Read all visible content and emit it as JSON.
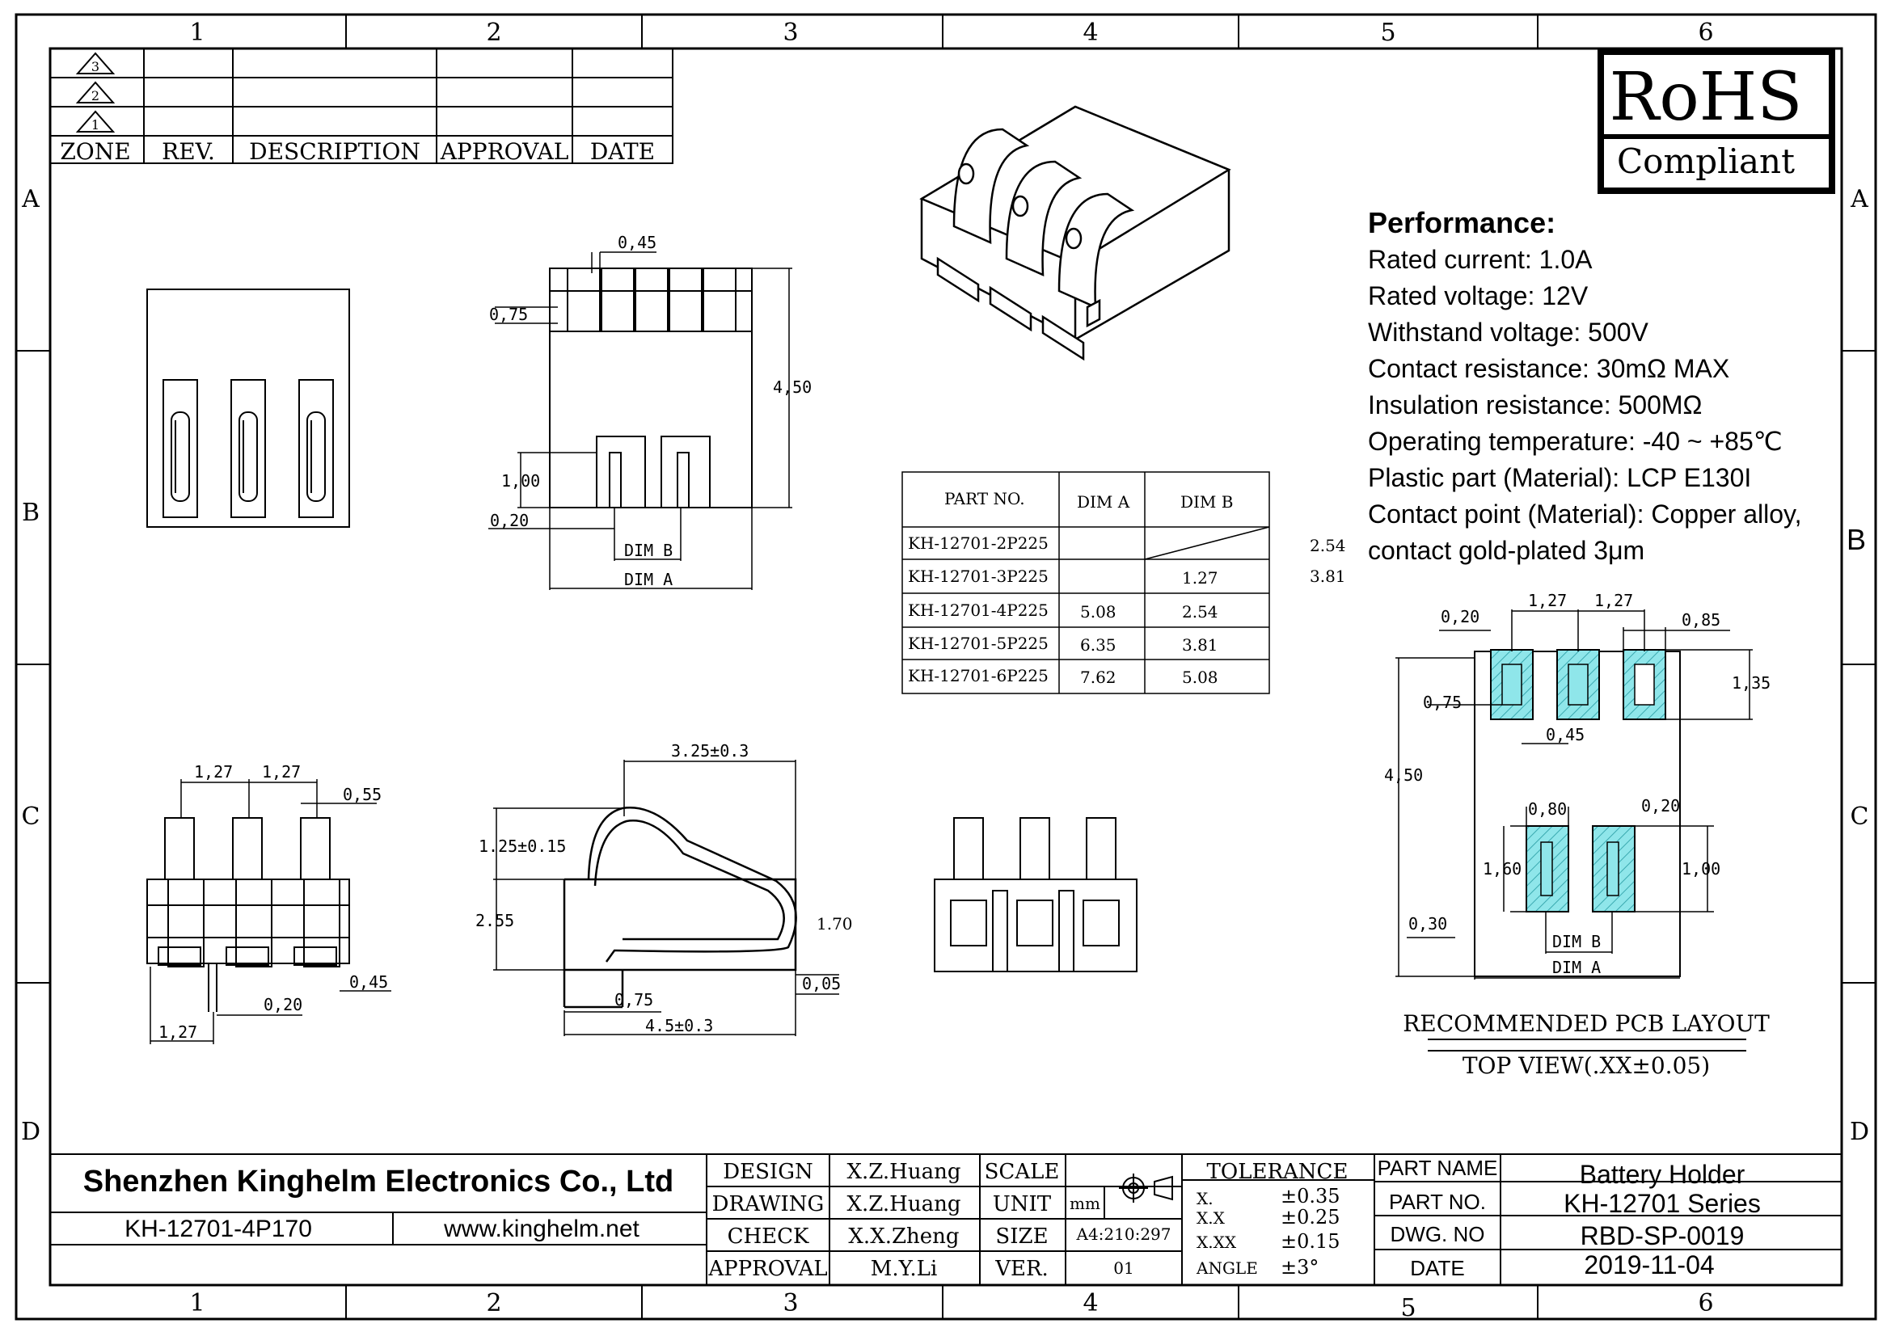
{
  "frame": {
    "columns": [
      "1",
      "2",
      "3",
      "4",
      "5",
      "6"
    ],
    "rows": [
      "A",
      "B",
      "C",
      "D"
    ],
    "row_b_right": "B"
  },
  "revision_block": {
    "marks": [
      "3",
      "2",
      "1"
    ],
    "headers": [
      "ZONE",
      "REV.",
      "DESCRIPTION",
      "APPROVAL",
      "DATE"
    ]
  },
  "rohs": {
    "title": "RoHS",
    "subtitle": "Compliant"
  },
  "performance": {
    "title": "Performance:",
    "lines": [
      "Rated current: 1.0A",
      "Rated voltage: 12V",
      "Withstand voltage: 500V",
      "Contact resistance: 30mΩ MAX",
      "Insulation resistance: 500MΩ",
      "Operating temperature: -40 ~ +85℃",
      "Plastic part (Material): LCP E130I",
      "Contact point (Material): Copper alloy,",
      "contact gold-plated 3μm"
    ]
  },
  "dim_table": {
    "headers": [
      "PART NO.",
      "DIM A",
      "DIM B"
    ],
    "rows": [
      [
        "KH-12701-2P225",
        "",
        ""
      ],
      [
        "KH-12701-3P225",
        "",
        "1.27"
      ],
      [
        "KH-12701-4P225",
        "5.08",
        "2.54"
      ],
      [
        "KH-12701-5P225",
        "6.35",
        "3.81"
      ],
      [
        "KH-12701-6P225",
        "7.62",
        "5.08"
      ]
    ],
    "side_values": [
      "2.54",
      "3.81"
    ]
  },
  "dims": {
    "top_045": "0,45",
    "top_075": "0,75",
    "top_450": "4,50",
    "top_100": "1,00",
    "top_020": "0,20",
    "dim_b": "DIM B",
    "dim_a": "DIM A",
    "bl_127a": "1,27",
    "bl_127b": "1,27",
    "bl_055": "0,55",
    "bl_045": "0,45",
    "bl_020": "0,20",
    "bl_127c": "1,27",
    "side_325": "3.25±0.3",
    "side_125": "1.25±0.15",
    "side_255": "2.55",
    "side_170": "1.70",
    "side_005": "0,05",
    "side_075": "0,75",
    "side_45": "4.5±0.3",
    "pcb_020": "0,20",
    "pcb_127a": "1,27",
    "pcb_127b": "1,27",
    "pcb_085": "0,85",
    "pcb_135": "1,35",
    "pcb_075": "0,75",
    "pcb_045": "0,45",
    "pcb_450": "4,50",
    "pcb_080": "0,80",
    "pcb_020b": "0,20",
    "pcb_160": "1,60",
    "pcb_100": "1,00",
    "pcb_030": "0,30",
    "pcb_dimb": "DIM B",
    "pcb_dima": "DIM A"
  },
  "pcb": {
    "title": "RECOMMENDED PCB LAYOUT",
    "subtitle": "TOP VIEW(.XX±0.05)"
  },
  "title_block": {
    "company": "Shenzhen Kinghelm Electronics Co., Ltd",
    "part": "KH-12701-4P170",
    "website": "www.kinghelm.net",
    "design_label": "DESIGN",
    "design_value": "X.Z.Huang",
    "drawing_label": "DRAWING",
    "drawing_value": "X.Z.Huang",
    "check_label": "CHECK",
    "check_value": "X.X.Zheng",
    "approval_label": "APPROVAL",
    "approval_value": "M.Y.Li",
    "scale_label": "SCALE",
    "unit_label": "UNIT",
    "unit_value": "mm",
    "size_label": "SIZE",
    "size_value": "A4:210:297",
    "ver_label": "VER.",
    "ver_value": "01",
    "tolerance_label": "TOLERANCE",
    "tol_rows": [
      [
        "X.",
        "±0.35"
      ],
      [
        "X.X",
        "±0.25"
      ],
      [
        "X.XX",
        "±0.15"
      ],
      [
        "ANGLE",
        "±3°"
      ]
    ],
    "part_name_label": "PART NAME",
    "part_name_value": "Battery Holder",
    "part_no_label": "PART NO.",
    "part_no_value": "KH-12701 Series",
    "dwg_no_label": "DWG. NO",
    "dwg_no_value": "RBD-SP-0019",
    "date_label": "DATE",
    "date_value": "2019-11-04"
  }
}
